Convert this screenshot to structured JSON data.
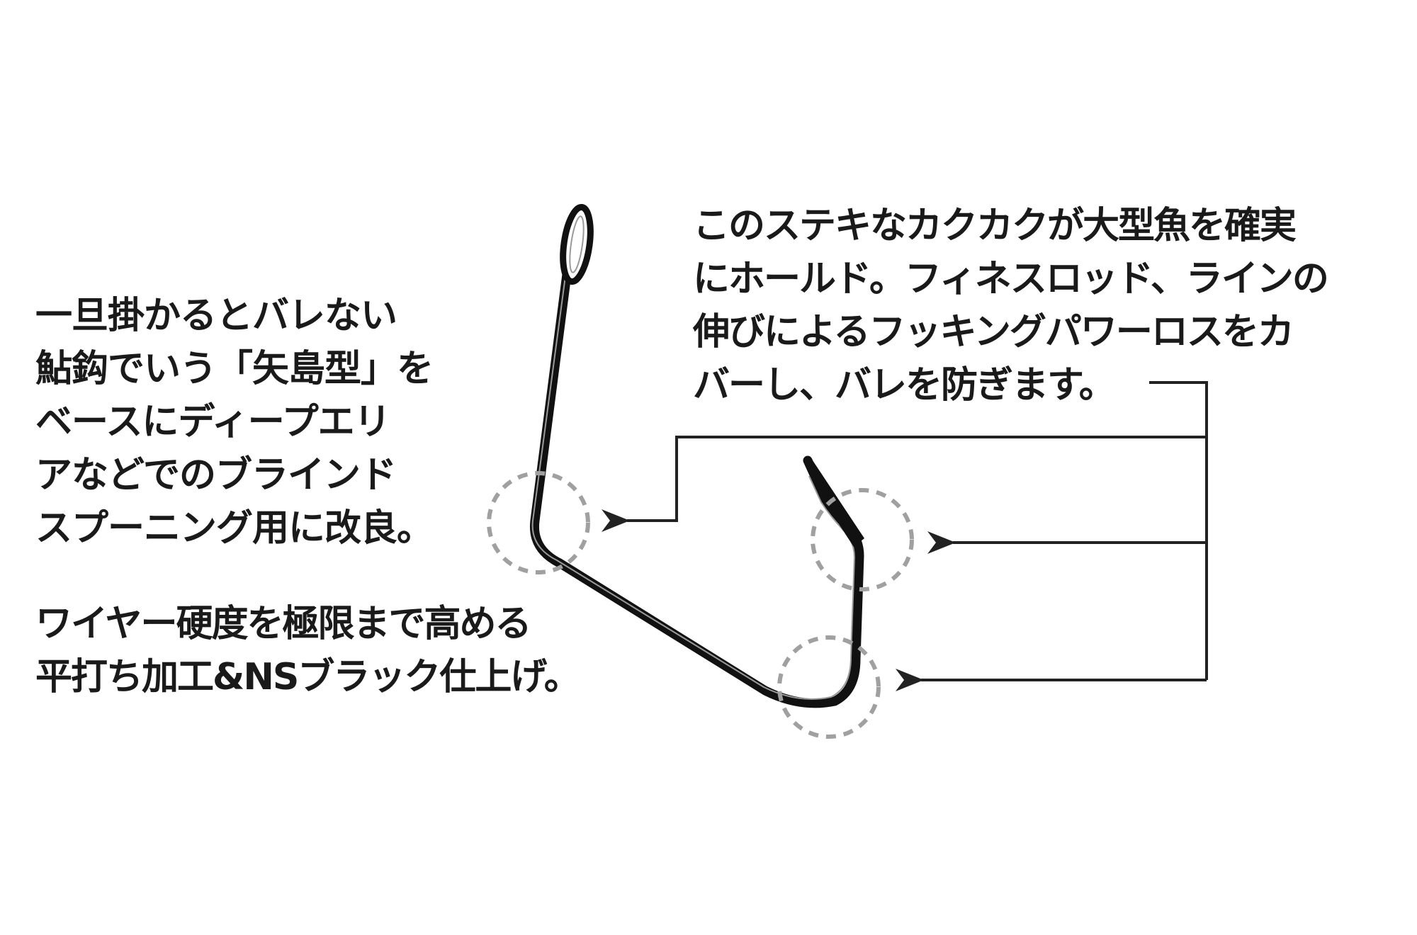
{
  "callouts": {
    "top_right": {
      "lines": [
        "このステキなカクカクが大型魚を確実",
        "にホールド。フィネスロッド、ラインの",
        "伸びによるフッキングパワーロスをカ",
        "バーし、バレを防ぎます。"
      ]
    },
    "left_top": {
      "lines": [
        "一旦掛かるとバレない",
        "鮎鈎でいう「矢島型」を",
        "ベースにディープエリ",
        "アなどでのブラインド",
        "スプーニング用に改良。"
      ]
    },
    "left_bottom": {
      "lines": [
        "ワイヤー硬度を極限まで高める",
        "平打ち加工&NSブラック仕上げ。"
      ]
    }
  },
  "style": {
    "text_color": "#1a1a1a",
    "hook_color": "#111111",
    "leader_color": "#222222",
    "marker_circle_color": "#a0a0a0"
  },
  "icons": {
    "hook": "fishing-hook-icon",
    "markers": "dashed-circle-marker",
    "arrows": "arrowhead-left"
  }
}
